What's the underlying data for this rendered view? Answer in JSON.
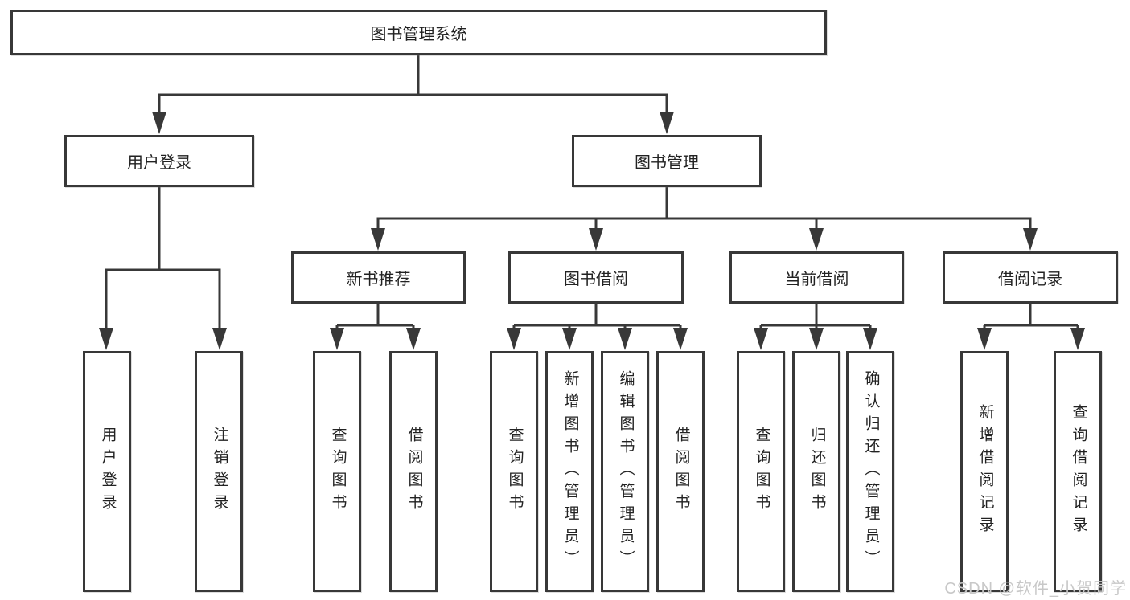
{
  "diagram": {
    "root": {
      "label": "图书管理系统"
    },
    "user_login": {
      "label": "用户登录",
      "children": {
        "login": {
          "label": "用户登录"
        },
        "logout": {
          "label": "注销登录"
        }
      }
    },
    "book_mgmt": {
      "label": "图书管理",
      "children": {
        "new_books": {
          "label": "新书推荐",
          "children": {
            "query_books": {
              "label": "查询图书"
            },
            "borrow_books": {
              "label": "借阅图书"
            }
          }
        },
        "book_borrow": {
          "label": "图书借阅",
          "children": {
            "query_books": {
              "label": "查询图书"
            },
            "add_books": {
              "label": "新增图书（管理员）"
            },
            "edit_books": {
              "label": "编辑图书（管理员）"
            },
            "borrow_books": {
              "label": "借阅图书"
            }
          }
        },
        "current_borrow": {
          "label": "当前借阅",
          "children": {
            "query_books": {
              "label": "查询图书"
            },
            "return_books": {
              "label": "归还图书"
            },
            "confirm_return": {
              "label": "确认归还（管理员）"
            }
          }
        },
        "borrow_records": {
          "label": "借阅记录",
          "children": {
            "add_record": {
              "label": "新增借阅记录"
            },
            "query_record": {
              "label": "查询借阅记录"
            }
          }
        }
      }
    }
  },
  "watermark": {
    "text": "CSDN @软件_小贺同学"
  },
  "colors": {
    "line": "#383838",
    "box_border": "#383838",
    "box_background": "#ffffff",
    "text": "#222222",
    "watermark": "#c8c8c8"
  }
}
